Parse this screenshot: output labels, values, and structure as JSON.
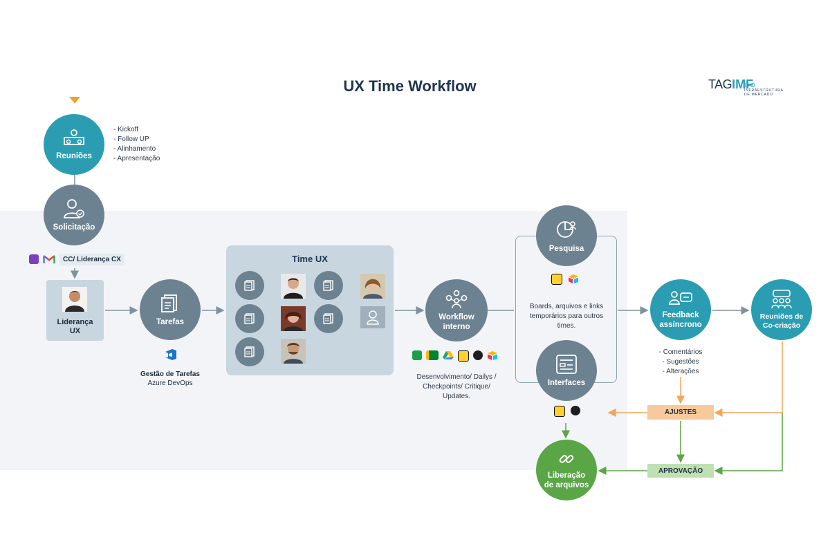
{
  "title": "UX Time Workflow",
  "logo": {
    "brand_a": "TAG",
    "brand_b": "IMF",
    "sub_line1": "INFRAESTRUTURA",
    "sub_line2": "DE MERCADO"
  },
  "reunioes": {
    "label": "Reuniões",
    "notes": [
      "- Kickoff",
      "- Follow UP",
      "- Alinhamento",
      "- Apresentação"
    ]
  },
  "solicitacao": {
    "label": "Solicitação",
    "cc_label": "CC/ Liderança CX"
  },
  "lideranca": {
    "label_line1": "Liderança",
    "label_line2": "UX"
  },
  "tarefas": {
    "label": "Tarefas",
    "tool_line1": "Gestão de Tarefas",
    "tool_line2": "Azure DevOps"
  },
  "time_ux": {
    "title": "Time UX"
  },
  "workflow": {
    "label_line1": "Workflow",
    "label_line2": "interno",
    "notes": [
      "Desenvolvimento/ Dailys /",
      "Checkpoints/ Critique/",
      "Updates."
    ]
  },
  "pesquisa": {
    "label": "Pesquisa"
  },
  "boards": {
    "lines": [
      "Boards, arquivos e links",
      "temporários para outros",
      "times."
    ]
  },
  "interfaces": {
    "label": "Interfaces"
  },
  "feedback": {
    "label_line1": "Feedback",
    "label_line2": "assíncrono",
    "notes": [
      "- Comentários",
      "- Sugestões",
      "- Alterações"
    ]
  },
  "cocriacao": {
    "label_line1": "Reuniões de",
    "label_line2": "Co-criação"
  },
  "ajustes": {
    "label": "AJUSTES"
  },
  "aprovacao": {
    "label": "APROVAÇÃO"
  },
  "liberacao": {
    "label_line1": "Liberação",
    "label_line2": "de arquivos"
  },
  "colors": {
    "teal": "#2b9db3",
    "slate": "#6d8291",
    "green": "#5aa546",
    "orange": "#f2a65a",
    "team_bg": "#c8d6e0",
    "band_bg": "#f2f4f7"
  }
}
